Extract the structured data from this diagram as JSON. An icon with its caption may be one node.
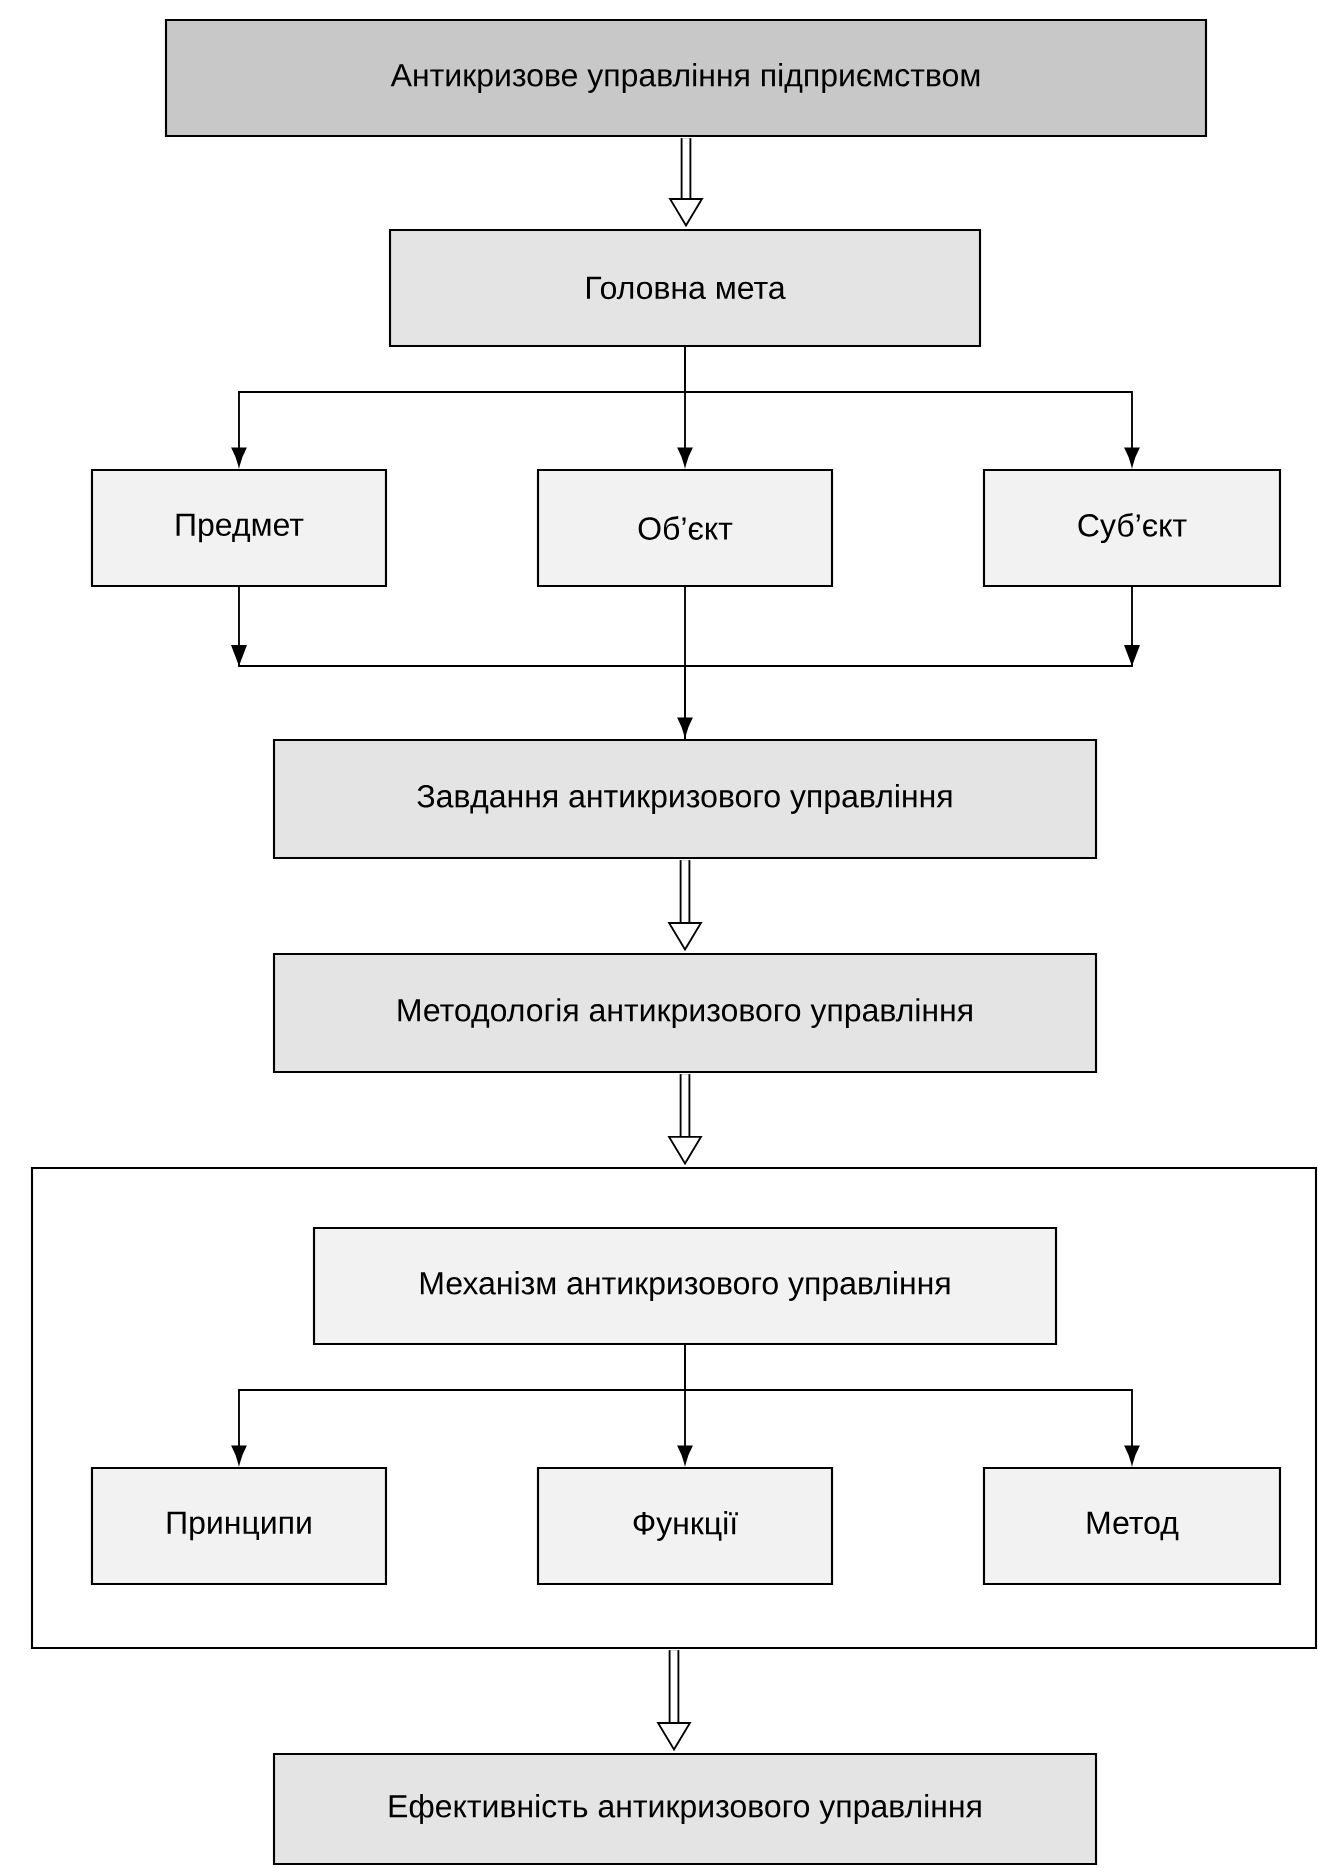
{
  "diagram": {
    "nodes": [
      {
        "text": [
          "Антикризове управління підприємством"
        ]
      },
      {
        "text": [
          "Головна мета"
        ]
      },
      {
        "text": [
          "Предмет"
        ]
      },
      {
        "text": [
          "Об’єкт"
        ]
      },
      {
        "text": [
          "Суб’єкт"
        ]
      },
      {
        "text": [
          "Завдання антикризового управління"
        ]
      },
      {
        "text": [
          "Методологія антикризового управління"
        ]
      },
      {
        "text": [],
        "shape": "box"
      },
      {
        "text": [
          "Механізм антикризового управління"
        ],
        "in": 7
      },
      {
        "text": [
          "Принципи"
        ],
        "in": 7
      },
      {
        "text": [
          "Функції"
        ],
        "in": 7
      },
      {
        "text": [
          "Метод"
        ],
        "in": 7
      },
      {
        "text": [
          "Ефективність антикризового управління"
        ]
      }
    ],
    "edges": [
      {
        "from": 0,
        "to": 1,
        "arrow": "to",
        "style": "thick"
      },
      {
        "from": 1,
        "to": 2,
        "arrow": "to"
      },
      {
        "from": 1,
        "to": 3,
        "arrow": "to"
      },
      {
        "from": 1,
        "to": 4,
        "arrow": "to"
      },
      {
        "from": 2,
        "to": 5,
        "arrow": "to"
      },
      {
        "from": 3,
        "to": 5,
        "arrow": "to"
      },
      {
        "from": 4,
        "to": 5,
        "arrow": "to"
      },
      {
        "from": 5,
        "to": 6,
        "arrow": "to",
        "style": "thick"
      },
      {
        "from": 6,
        "to": 7,
        "arrow": "to",
        "style": "thick"
      },
      {
        "from": 8,
        "to": 9,
        "arrow": "to"
      },
      {
        "from": 8,
        "to": 10,
        "arrow": "to"
      },
      {
        "from": 8,
        "to": 11,
        "arrow": "to"
      },
      {
        "from": 7,
        "to": 12,
        "arrow": "to",
        "style": "thick"
      }
    ]
  }
}
